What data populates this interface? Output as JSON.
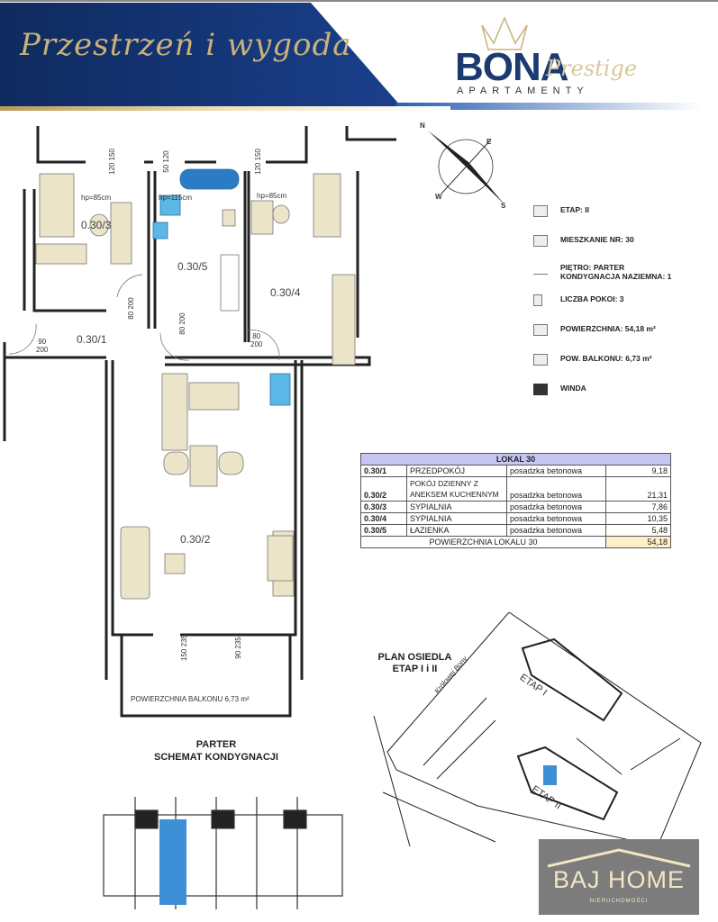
{
  "header": {
    "slogan": "Przestrzeń i wygoda",
    "brand": "BONA",
    "brand_script": "Prestige",
    "brand_sub": "APARTAMENTY"
  },
  "compass": {
    "n": "N",
    "e": "E",
    "w": "W",
    "s": "S"
  },
  "floorplan": {
    "rooms": [
      "0.30/1",
      "0.30/2",
      "0.30/3",
      "0.30/4",
      "0.30/5"
    ],
    "dims": {
      "win1": "120",
      "win1b": "150",
      "win2": "50",
      "win2b": "120",
      "win3": "120",
      "win3b": "150",
      "hp1": "hp=85cm",
      "hp2": "hp=115cm",
      "hp3": "hp=85cm",
      "d1a": "80",
      "d1b": "200",
      "d2a": "80",
      "d2b": "200",
      "d3a": "80",
      "d3b": "200",
      "d4a": "90",
      "d4b": "200",
      "b1a": "150",
      "b1b": "235",
      "b2a": "90",
      "b2b": "235"
    },
    "balcony_label": "POWIERZCHNIA BALKONU 6,73 m²"
  },
  "info": [
    {
      "icon": "stage-icon",
      "text": "ETAP:    II"
    },
    {
      "icon": "apartment-icon",
      "text": "MIESZKANIE NR:  30"
    },
    {
      "icon": "stairs-icon",
      "text": "PIĘTRO: PARTER",
      "text2": "KONDYGNACJA NAZIEMNA:  1"
    },
    {
      "icon": "rooms-icon",
      "text": "LICZBA POKOI:  3"
    },
    {
      "icon": "area-icon",
      "text": "POWIERZCHNIA:  54,18 m²"
    },
    {
      "icon": "balcony-icon",
      "text": "POW.  BALKONU:  6,73 m²"
    },
    {
      "icon": "elevator-icon",
      "text": "WINDA"
    }
  ],
  "table": {
    "title": "LOKAL 30",
    "rows": [
      {
        "code": "0.30/1",
        "name": "PRZEDPOKÓJ",
        "floor": "posadzka betonowa",
        "area": "9,18"
      },
      {
        "code": "0.30/2",
        "name": "POKÓJ DZIENNY Z ANEKSEM KUCHENNYM",
        "floor": "posadzka betonowa",
        "area": "21,31"
      },
      {
        "code": "0.30/3",
        "name": "SYPIALNIA",
        "floor": "posadzka betonowa",
        "area": "7,86"
      },
      {
        "code": "0.30/4",
        "name": "SYPIALNIA",
        "floor": "posadzka betonowa",
        "area": "10,35"
      },
      {
        "code": "0.30/5",
        "name": "ŁAZIENKA",
        "floor": "posadzka betonowa",
        "area": "5,48"
      }
    ],
    "total_label": "POWIERZCHNIA LOKALU 30",
    "total": "54,18"
  },
  "site": {
    "title1": "PLAN OSIEDLA",
    "title2": "ETAP I i II",
    "street": "Królowej Bony",
    "etap1": "ETAP I",
    "etap2": "ETAP II"
  },
  "schema": {
    "title1": "PARTER",
    "title2": "SCHEMAT KONDYGNACJI"
  },
  "agency": {
    "name": "BAJ HOME",
    "sub": "NIERUCHOMOŚCI"
  },
  "colors": {
    "navy": "#14306b",
    "gold": "#c9b27a",
    "highlight": "#3d8fd6"
  }
}
